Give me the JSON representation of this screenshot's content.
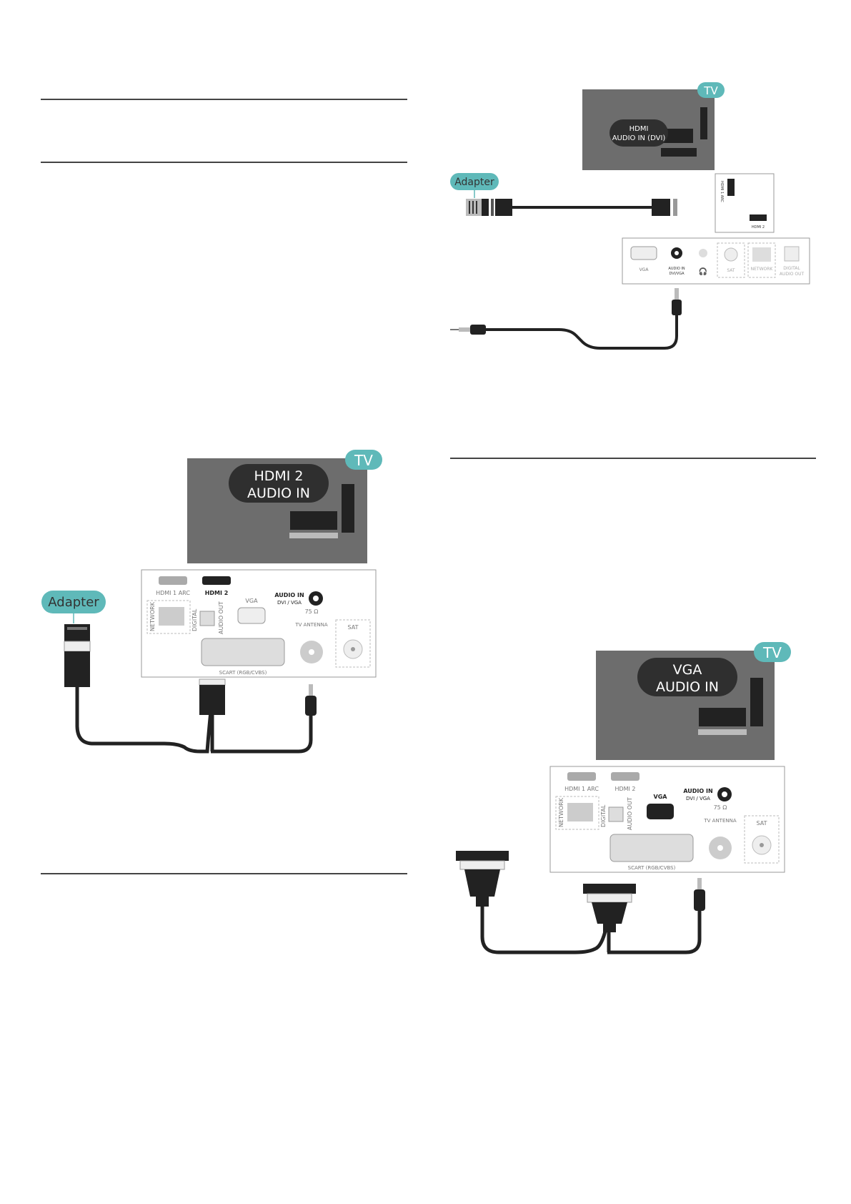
{
  "fig_top_right": {
    "tv_badge": "TV",
    "tv_label_line1": "HDMI",
    "tv_label_line2": "AUDIO IN (DVI)",
    "adapter_label": "Adapter",
    "hdmi1_arc_label": "HDMI 1 ARC",
    "hdmi2_label": "HDMI 2",
    "vga_label": "VGA",
    "audio_in_line1": "AUDIO IN",
    "audio_in_line2": "DVI/VGA",
    "sat_label": "SAT",
    "network_label": "NETWORK",
    "digital_audio_out_line1": "DIGITAL",
    "digital_audio_out_line2": "AUDIO OUT"
  },
  "fig_left": {
    "tv_badge": "TV",
    "tv_label_line1": "HDMI 2",
    "tv_label_line2": "AUDIO IN",
    "adapter_label": "Adapter",
    "hdmi1_arc_label": "HDMI 1 ARC",
    "hdmi2_label": "HDMI 2",
    "network_label": "NETWORK",
    "digital_label": "DIGITAL",
    "audio_out_label": "AUDIO OUT",
    "vga_label": "VGA",
    "audio_in_line1": "AUDIO IN",
    "audio_in_line2": "DVI / VGA",
    "ohm_label": "75 Ω",
    "tv_antenna_label": "TV ANTENNA",
    "sat_label": "SAT",
    "scart_label": "SCART (RGB/CVBS)"
  },
  "fig_bottom_right": {
    "tv_badge": "TV",
    "tv_label_line1": "VGA",
    "tv_label_line2": "AUDIO IN",
    "hdmi1_arc_label": "HDMI 1 ARC",
    "hdmi2_label": "HDMI 2",
    "network_label": "NETWORK",
    "digital_label": "DIGITAL",
    "audio_out_label": "AUDIO OUT",
    "vga_label": "VGA",
    "audio_in_line1": "AUDIO IN",
    "audio_in_line2": "DVI / VGA",
    "ohm_label": "75 Ω",
    "tv_antenna_label": "TV ANTENNA",
    "sat_label": "SAT",
    "scart_label": "SCART (RGB/CVBS)"
  }
}
